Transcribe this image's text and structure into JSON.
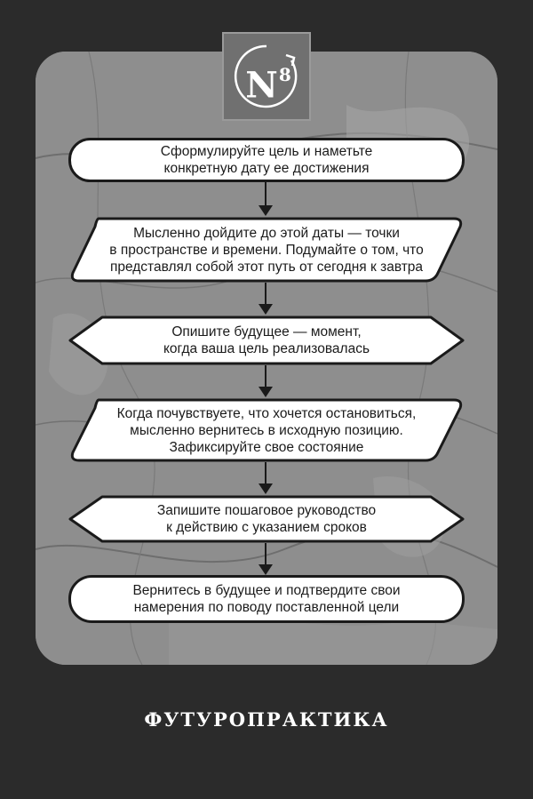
{
  "badge": {
    "letter": "N",
    "number": "8"
  },
  "steps": [
    {
      "text": "Сформулируйте цель и наметьте\nконкретную дату ее достижения"
    },
    {
      "text": "Мысленно дойдите до этой даты — точки\nв пространстве и времени. Подумайте о том, что\nпредставлял собой этот путь от сегодня к завтра"
    },
    {
      "text": "Опишите будущее — момент,\nкогда ваша цель реализовалась"
    },
    {
      "text": "Когда почувствуете, что хочется остановиться,\nмысленно вернитесь в исходную позицию.\nЗафиксируйте свое состояние"
    },
    {
      "text": "Запишите пошаговое руководство\nк действию с указанием сроков"
    },
    {
      "text": "Вернитесь в будущее и подтвердите свои\nнамерения по поводу поставленной цели"
    }
  ],
  "footer": {
    "title": "ФУТУРОПРАКТИКА"
  },
  "colors": {
    "page": "#2b2b2b",
    "card": "#8c8c8c",
    "badge": "#707070",
    "box": "#ffffff",
    "stroke": "#1a1a1a"
  }
}
